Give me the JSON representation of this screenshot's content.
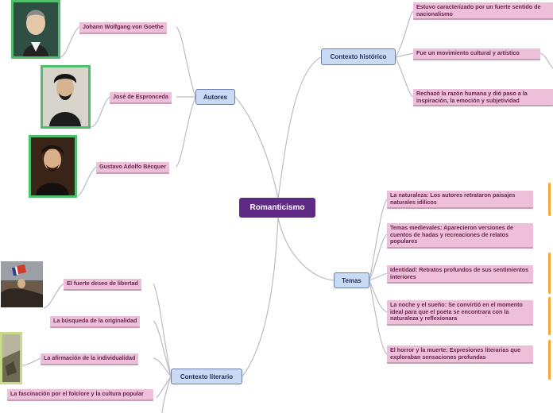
{
  "center": {
    "label": "Romanticismo"
  },
  "branches": {
    "autores": {
      "label": "Autores",
      "items": [
        "Johann Wolfgang von Goethe",
        "José de Espronceda",
        "Gustavo Adolfo Bécquer"
      ]
    },
    "contexto_historico": {
      "label": "Contexto histórico",
      "items": [
        "Estuvo caracterizado por un fuerte sentido de nacionalismo",
        "Fue un movimiento cultural y artístico",
        "Rechazó la razón humana y dió paso a la inspiración, la emoción y subjetividad"
      ]
    },
    "temas": {
      "label": "Temas",
      "items": [
        "La naturaleza: Los autores retrataron paisajes naturales idílicos",
        "Temas medievales: Aparecieron versiones de cuentos de hadas y recreaciones de relatos populares",
        "Identidad: Retratos profundos de sus sentimientos interiores",
        "La noche y el sueño: Se convirtió en el momento ideal para que el poeta se encontrara con la naturaleza y reflexionara",
        "El horror y la muerte: Expresiones literarias que exploraban sensaciones profundas"
      ]
    },
    "contexto_literario": {
      "label": "Contexto literario",
      "items": [
        "El fuerte deseo de libertad",
        "La búsqueda de la originalidad",
        "La afirmación de la individualidad",
        "La fascinación por el folclore y la cultura popular"
      ]
    }
  },
  "colors": {
    "center": "#5e2a83",
    "main_node": "#c9daf4",
    "leaf": "#eebfd8",
    "photo_frame": "#4fbf6b",
    "connector": "#b9bcc8"
  }
}
